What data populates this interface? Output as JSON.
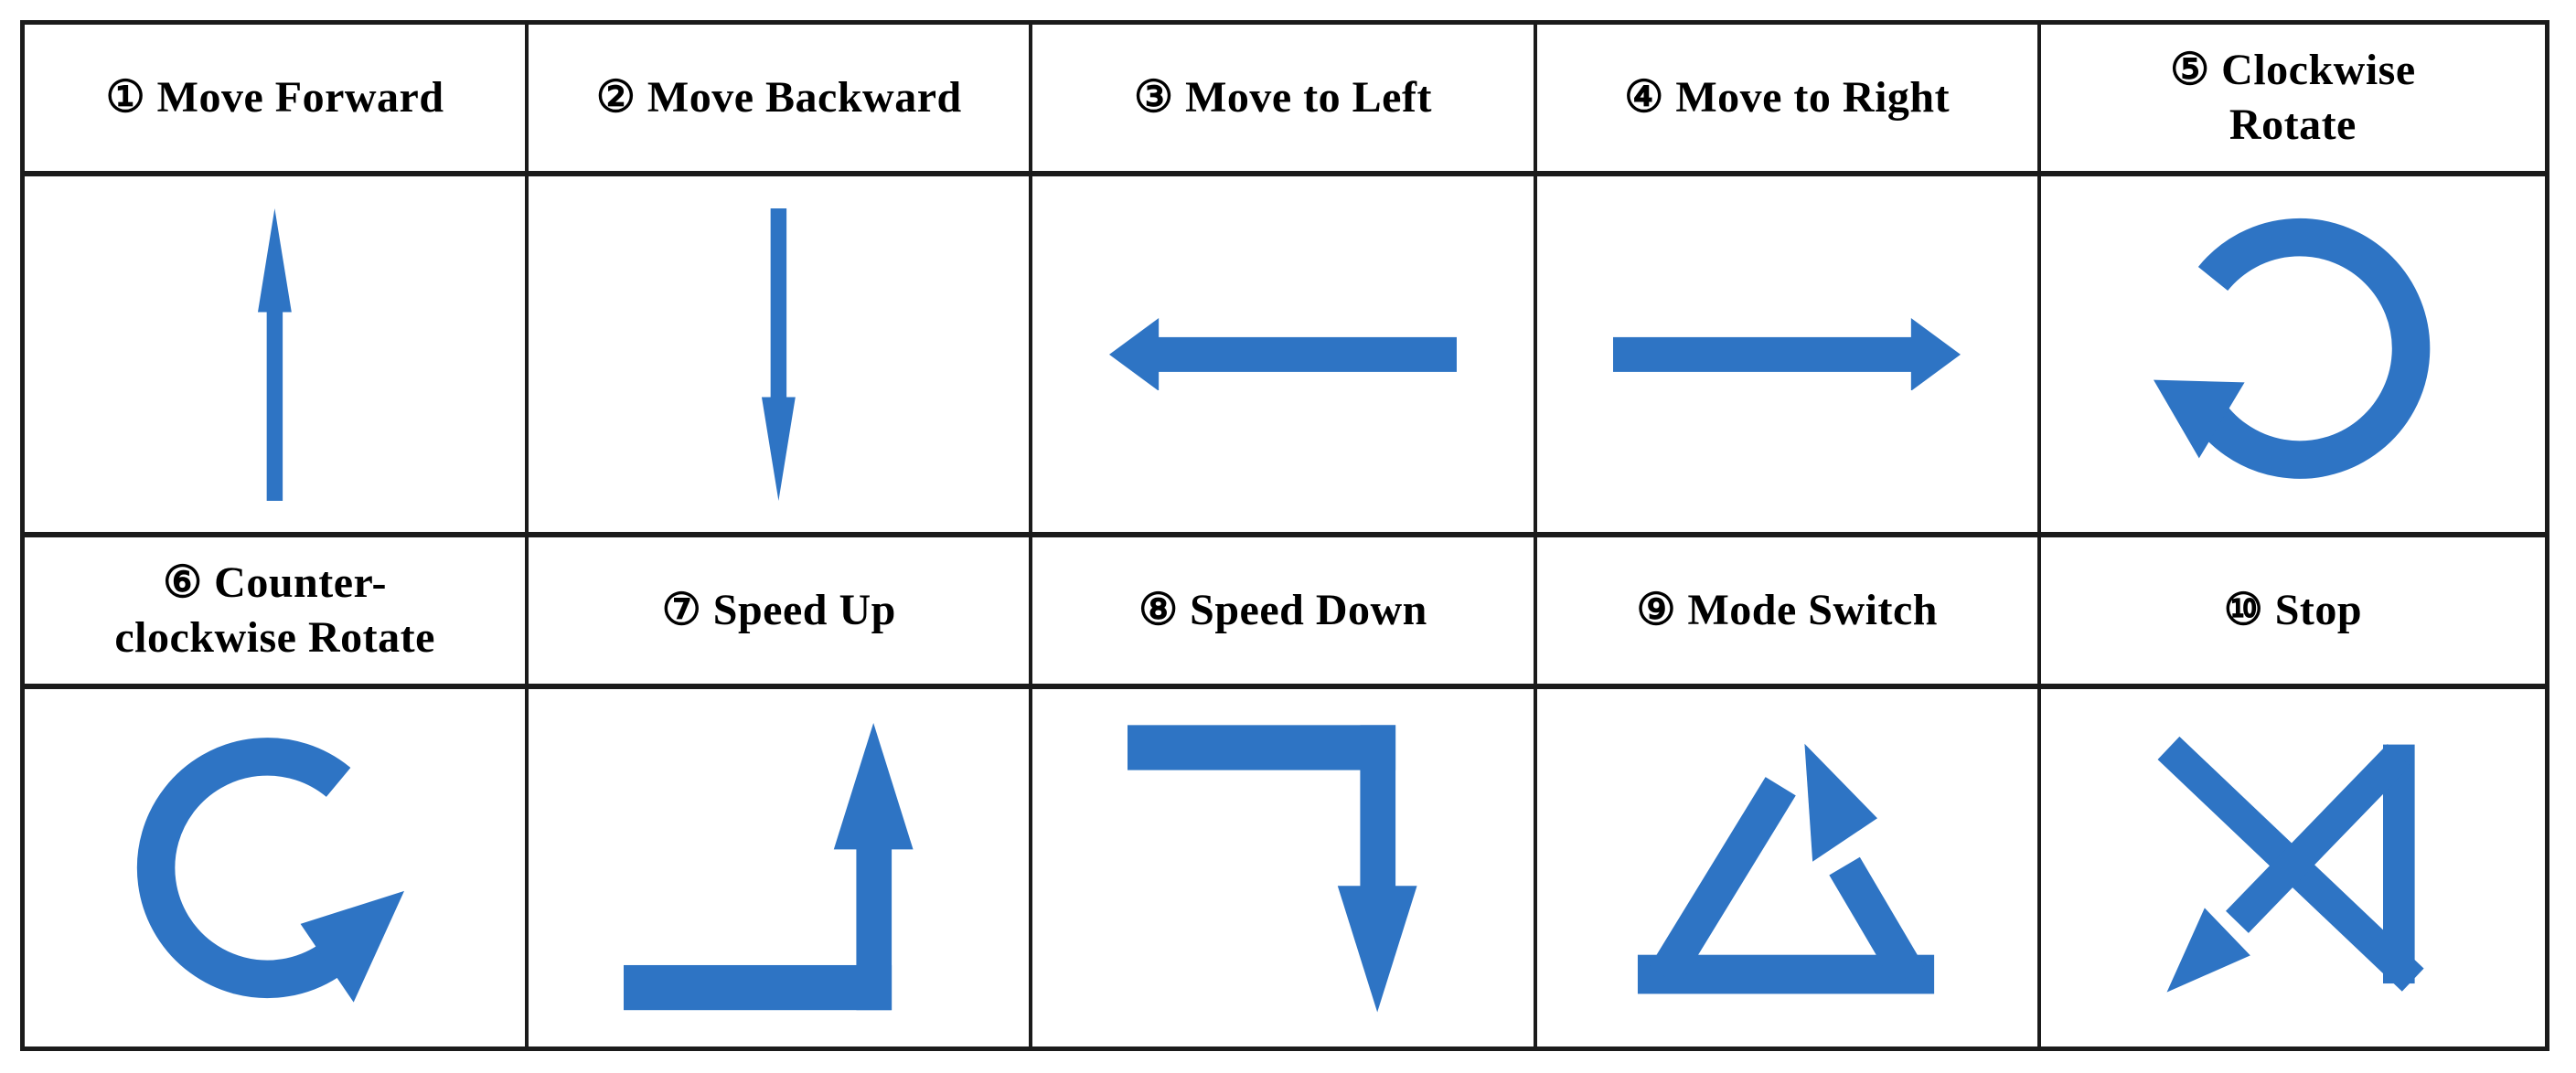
{
  "figure": {
    "description_title": "Gesture command table",
    "colors": {
      "arrow_blue": "#2E74C4",
      "border_black": "#1b1b1b",
      "text_black": "#000000",
      "background": "#ffffff"
    },
    "cells": [
      {
        "number": "①",
        "label": "① Move Forward",
        "symbol": "up-arrow"
      },
      {
        "number": "②",
        "label": "② Move Backward",
        "symbol": "down-arrow"
      },
      {
        "number": "③",
        "label": "③ Move to Left",
        "symbol": "left-arrow"
      },
      {
        "number": "④",
        "label": "④ Move to Right",
        "symbol": "right-arrow"
      },
      {
        "number": "⑤",
        "label": "⑤ Clockwise\nRotate",
        "symbol": "clockwise-circular-arrow"
      },
      {
        "number": "⑥",
        "label": "⑥ Counter-\nclockwise Rotate",
        "symbol": "counterclockwise-circular-arrow"
      },
      {
        "number": "⑦",
        "label": "⑦ Speed Up",
        "symbol": "right-angle-up-arrow"
      },
      {
        "number": "⑧",
        "label": "⑧ Speed Down",
        "symbol": "right-angle-down-arrow"
      },
      {
        "number": "⑨",
        "label": "⑨ Mode Switch",
        "symbol": "triangle-cycle-arrow"
      },
      {
        "number": "⑩",
        "label": "⑩ Stop",
        "symbol": "crossing-strike-arrow"
      }
    ]
  }
}
